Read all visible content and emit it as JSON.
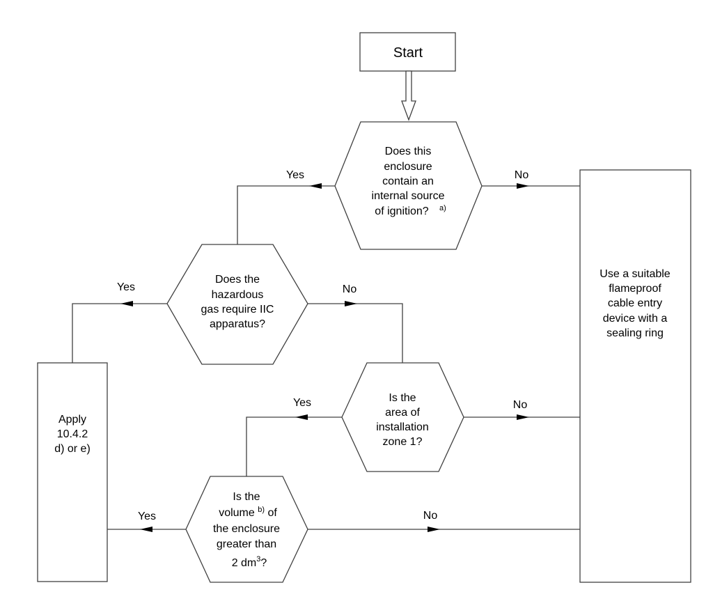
{
  "start": {
    "label": "Start"
  },
  "decision_ignition": {
    "lines": [
      "Does this",
      "enclosure",
      "contain an",
      "internal source",
      "of ignition?"
    ],
    "note": "a)"
  },
  "decision_iic": {
    "lines": [
      "Does the",
      "hazardous",
      "gas require IIC",
      "apparatus?"
    ]
  },
  "decision_zone": {
    "lines": [
      "Is the",
      "area of",
      "installation",
      "zone 1?"
    ]
  },
  "decision_volume": {
    "line1": "Is the",
    "line2_pre": "volume ",
    "line2_note": "b)",
    "line2_post": " of",
    "line3": "the enclosure",
    "line4": "greater than",
    "line5_pre": "2 dm",
    "line5_sup": "3",
    "line5_post": "?"
  },
  "box_apply": {
    "lines": [
      "Apply",
      "10.4.2",
      "d) or e)"
    ]
  },
  "box_flameproof": {
    "lines": [
      "Use a suitable",
      "flameproof",
      "cable entry",
      "device with a",
      "sealing ring"
    ]
  },
  "connectors": {
    "ignition_yes": "Yes",
    "ignition_no": "No",
    "iic_yes": "Yes",
    "iic_no": "No",
    "zone_yes": "Yes",
    "zone_no": "No",
    "volume_yes": "Yes",
    "volume_no": "No"
  }
}
